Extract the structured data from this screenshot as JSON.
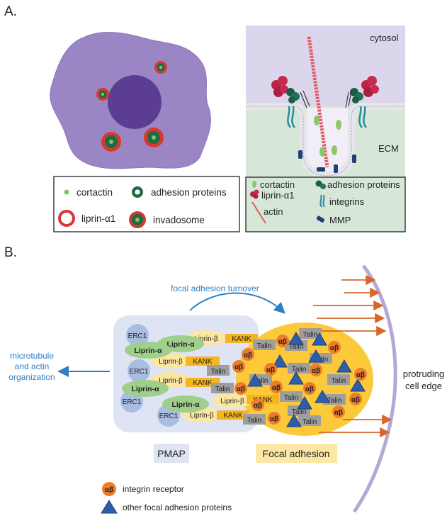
{
  "panel_a": {
    "label": "A.",
    "legend_left": {
      "cortactin": "cortactin",
      "adhesion_proteins": "adhesion proteins",
      "liprin": "liprin-α1",
      "invadosome": "invadosome"
    },
    "cross_section": {
      "cytosol": "cytosol",
      "ecm": "ECM"
    },
    "legend_right": {
      "cortactin": "cortactin",
      "adhesion_proteins": "adhesion proteins",
      "liprin": "liprin-α1",
      "integrins": "integrins",
      "actin": "actin",
      "mmp": "MMP"
    }
  },
  "panel_b": {
    "label": "B.",
    "turnover": "focal adhesion turnover",
    "microtubule": [
      "microtubule",
      "and actin",
      "organization"
    ],
    "edge": [
      "protruding",
      "cell edge"
    ],
    "pmap": "PMAP",
    "focal_adhesion": "Focal adhesion",
    "erc1": "ERC1",
    "liprin_alpha": "Liprin-α",
    "liprin_beta": "Liprin-β",
    "kank": "KANK",
    "talin": "Talin",
    "ab": "αβ",
    "legend": {
      "integrin": "integrin receptor",
      "other": "other focal adhesion proteins"
    }
  },
  "colors": {
    "cell": "#9a86c4",
    "nucleus": "#5b3e93",
    "liprin": "#d9382e",
    "adhesion": "#1f6b45",
    "cortactin": "#7dc46a",
    "pmap_bg": "#dfe4f4",
    "fa_bg": "#fbc93a",
    "arrow_blue": "#2f7fc4",
    "arrow_orange": "#d9662a",
    "talin": "#9e9e9e",
    "kank": "#f4b51f",
    "liprin_alpha": "#9fcf8a",
    "liprin_beta": "#fbe7a1",
    "erc1": "#a9bde3",
    "integrin": "#ee7d2a",
    "triangle": "#2f5ea8"
  }
}
